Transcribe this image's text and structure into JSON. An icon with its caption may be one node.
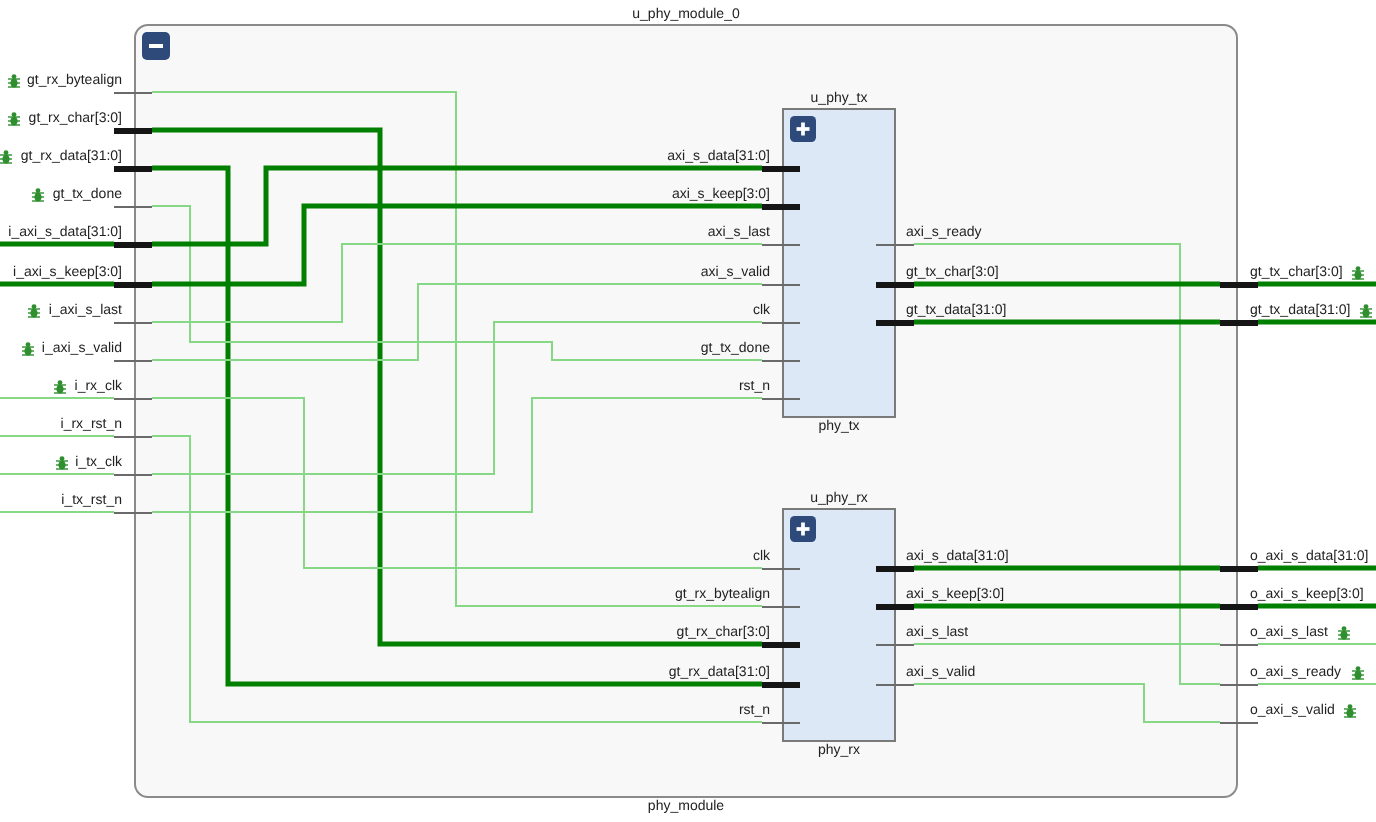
{
  "diagram": {
    "nodes": [
      {
        "text": [
          "gt_rx_bytealign"
        ]
      },
      {
        "text": [
          "gt_rx_char[3:0]"
        ]
      },
      {
        "text": [
          "gt_rx_data[31:0]"
        ]
      },
      {
        "text": [
          "gt_tx_done"
        ]
      },
      {
        "text": [
          "i_axi_s_data[31:0]"
        ]
      },
      {
        "text": [
          "i_axi_s_keep[3:0]"
        ]
      },
      {
        "text": [
          "i_axi_s_last"
        ]
      },
      {
        "text": [
          "i_axi_s_valid"
        ]
      },
      {
        "text": [
          "i_rx_clk"
        ]
      },
      {
        "text": [
          "i_rx_rst_n"
        ]
      },
      {
        "text": [
          "i_tx_clk"
        ]
      },
      {
        "text": [
          "i_tx_rst_n"
        ]
      },
      {
        "text": [
          "u_phy_module_0",
          "phy_module"
        ]
      },
      {
        "text": [
          "u_phy_tx",
          "phy_tx"
        ],
        "in": 12
      },
      {
        "text": [
          "axi_s_data[31:0]"
        ],
        "in": 12
      },
      {
        "text": [
          "axi_s_keep[3:0]"
        ],
        "in": 12
      },
      {
        "text": [
          "axi_s_last"
        ],
        "in": 12
      },
      {
        "text": [
          "axi_s_valid"
        ],
        "in": 12
      },
      {
        "text": [
          "clk"
        ],
        "in": 12
      },
      {
        "text": [
          "gt_tx_done"
        ],
        "in": 12
      },
      {
        "text": [
          "rst_n"
        ],
        "in": 12
      },
      {
        "text": [
          "axi_s_ready"
        ],
        "in": 12
      },
      {
        "text": [
          "gt_tx_char[3:0]"
        ],
        "in": 12
      },
      {
        "text": [
          "gt_tx_data[31:0]"
        ],
        "in": 12
      },
      {
        "text": [
          "u_phy_rx",
          "phy_rx"
        ],
        "in": 12
      },
      {
        "text": [
          "clk"
        ],
        "in": 12
      },
      {
        "text": [
          "gt_rx_bytealign"
        ],
        "in": 12
      },
      {
        "text": [
          "gt_rx_char[3:0]"
        ],
        "in": 12
      },
      {
        "text": [
          "gt_rx_data[31:0]"
        ],
        "in": 12
      },
      {
        "text": [
          "rst_n"
        ],
        "in": 12
      },
      {
        "text": [
          "axi_s_data[31:0]"
        ],
        "in": 12
      },
      {
        "text": [
          "axi_s_keep[3:0]"
        ],
        "in": 12
      },
      {
        "text": [
          "axi_s_last"
        ],
        "in": 12
      },
      {
        "text": [
          "axi_s_valid"
        ],
        "in": 12
      },
      {
        "text": [
          "gt_tx_char[3:0]"
        ]
      },
      {
        "text": [
          "gt_tx_data[31:0]"
        ]
      },
      {
        "text": [
          "o_axi_s_data[31:0]"
        ]
      },
      {
        "text": [
          "o_axi_s_keep[3:0]"
        ]
      },
      {
        "text": [
          "o_axi_s_last"
        ]
      },
      {
        "text": [
          "o_axi_s_ready"
        ]
      },
      {
        "text": [
          "o_axi_s_valid"
        ]
      }
    ],
    "edges": [
      {
        "from": 0,
        "to": 26,
        "arrow": "none"
      },
      {
        "from": 1,
        "to": 27,
        "arrow": "none",
        "style": "thick",
        "color": "#007f00"
      },
      {
        "from": 2,
        "to": 28,
        "arrow": "none",
        "style": "thick",
        "color": "#007f00"
      },
      {
        "from": 3,
        "to": 19,
        "arrow": "none"
      },
      {
        "from": 4,
        "to": 14,
        "arrow": "none",
        "style": "thick",
        "color": "#007f00"
      },
      {
        "from": 5,
        "to": 15,
        "arrow": "none",
        "style": "thick",
        "color": "#007f00"
      },
      {
        "from": 6,
        "to": 16,
        "arrow": "none"
      },
      {
        "from": 7,
        "to": 17,
        "arrow": "none"
      },
      {
        "from": 8,
        "to": 25,
        "arrow": "none"
      },
      {
        "from": 9,
        "to": 29,
        "arrow": "none"
      },
      {
        "from": 10,
        "to": 18,
        "arrow": "none"
      },
      {
        "from": 11,
        "to": 20,
        "arrow": "none"
      },
      {
        "from": 21,
        "to": 39,
        "arrow": "none"
      },
      {
        "from": 22,
        "to": 34,
        "arrow": "none",
        "style": "thick",
        "color": "#007f00"
      },
      {
        "from": 23,
        "to": 35,
        "arrow": "none",
        "style": "thick",
        "color": "#007f00"
      },
      {
        "from": 30,
        "to": 36,
        "arrow": "none",
        "style": "thick",
        "color": "#007f00"
      },
      {
        "from": 31,
        "to": 37,
        "arrow": "none",
        "style": "thick",
        "color": "#007f00"
      },
      {
        "from": 32,
        "to": 38,
        "arrow": "none"
      },
      {
        "from": 33,
        "to": 40,
        "arrow": "none"
      },
      {
        "from": null,
        "to": 4,
        "arrow": "none",
        "style": "thick",
        "color": "#007f00"
      },
      {
        "from": null,
        "to": 5,
        "arrow": "none",
        "style": "thick",
        "color": "#007f00"
      },
      {
        "from": null,
        "to": 8,
        "arrow": "none"
      },
      {
        "from": null,
        "to": 9,
        "arrow": "none"
      },
      {
        "from": null,
        "to": 10,
        "arrow": "none"
      },
      {
        "from": null,
        "to": 11,
        "arrow": "none"
      },
      {
        "from": 34,
        "to": null,
        "arrow": "none",
        "style": "thick",
        "color": "#007f00"
      },
      {
        "from": 35,
        "to": null,
        "arrow": "none",
        "style": "thick",
        "color": "#007f00"
      },
      {
        "from": 36,
        "to": null,
        "arrow": "none",
        "style": "thick",
        "color": "#007f00"
      },
      {
        "from": 37,
        "to": null,
        "arrow": "none",
        "style": "thick",
        "color": "#007f00"
      },
      {
        "from": 38,
        "to": null,
        "arrow": "none"
      },
      {
        "from": 39,
        "to": null,
        "arrow": "none"
      }
    ]
  }
}
